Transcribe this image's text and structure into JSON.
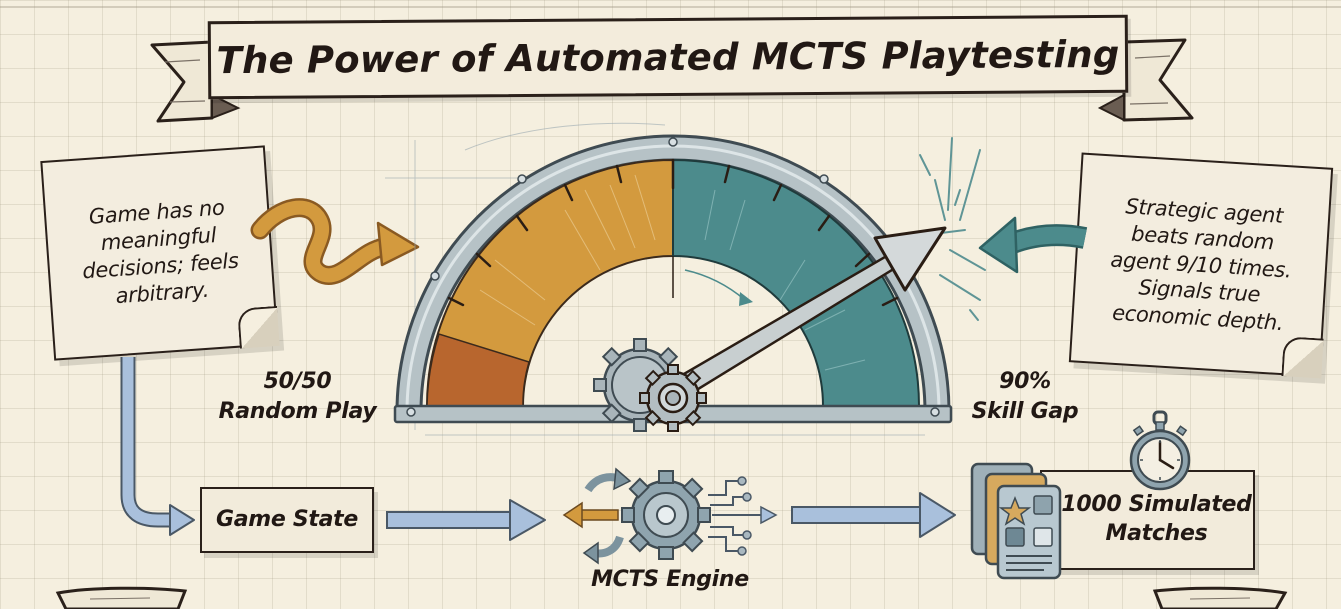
{
  "title": "The Power of Automated MCTS Playtesting",
  "notes": {
    "left": {
      "lines": [
        "Game has no",
        "meaningful",
        "decisions; feels",
        "arbitrary."
      ]
    },
    "right": {
      "lines": [
        "Strategic agent",
        "beats random",
        "agent 9/10 times.",
        "Signals true",
        "economic depth."
      ]
    }
  },
  "gauge": {
    "left_label": {
      "value": "50/50",
      "caption": "Random Play"
    },
    "right_label": {
      "value": "90%",
      "caption": "Skill Gap"
    },
    "needle_percent": 90,
    "colors": {
      "low": "#d39a3e",
      "low_dark": "#b8662e",
      "high": "#4c8b8c",
      "high_dark": "#3a7576",
      "frame": "#a9b4b8"
    }
  },
  "flow": {
    "step1": "Game State",
    "step2": "MCTS Engine",
    "step3": {
      "line1": "1000 Simulated",
      "line2": "Matches"
    }
  },
  "icons": {
    "squiggle_arrow": "orange-squiggle-arrow-icon",
    "teal_arrow": "teal-curved-arrow-icon",
    "gear": "gear-icon",
    "stopwatch": "stopwatch-icon",
    "cards": "game-cards-icon"
  },
  "colors": {
    "background": "#f5efdf",
    "ink": "#231b16",
    "flow_arrow": "#a9c0dc",
    "orange": "#d39a3e",
    "teal": "#4c8b8c"
  }
}
